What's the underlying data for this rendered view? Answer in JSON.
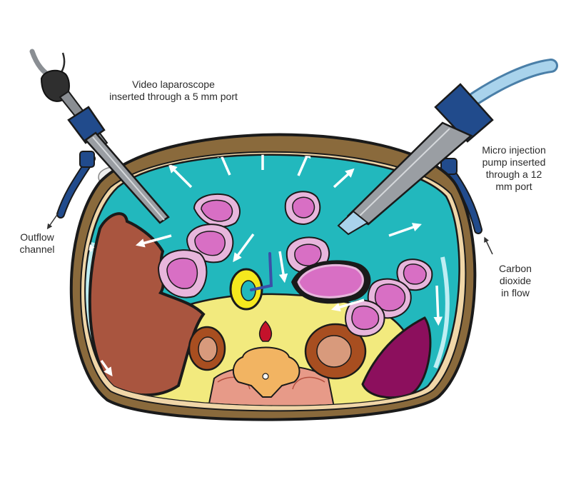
{
  "labels": {
    "scope": [
      "Video laparoscope",
      "inserted through a 5 mm port"
    ],
    "pump": [
      "Micro injection",
      "pump inserted",
      "through a 12",
      "mm port"
    ],
    "outflow": [
      "Outflow",
      "channel"
    ],
    "co2": [
      "Carbon",
      "dioxide",
      "in flow"
    ]
  },
  "colors": {
    "outline": "#1a1a1a",
    "body_wall": "#8a6a3c",
    "cavity_fluid": "#22b8bd",
    "bowel": "#d86fc4",
    "bowel_wall": "#e7b6dc",
    "liver": "#a9553f",
    "spleen": "#8c0f5d",
    "kidney_outer": "#a84e20",
    "kidney_inner": "#d89a7c",
    "retroperitoneum": "#f2ea7e",
    "spine": "#f2b462",
    "muscle": "#d8463a",
    "hose_blue": "#214b8c",
    "instrument_steel": "#9a9ea3",
    "flow_arrow": "#ffffff"
  }
}
